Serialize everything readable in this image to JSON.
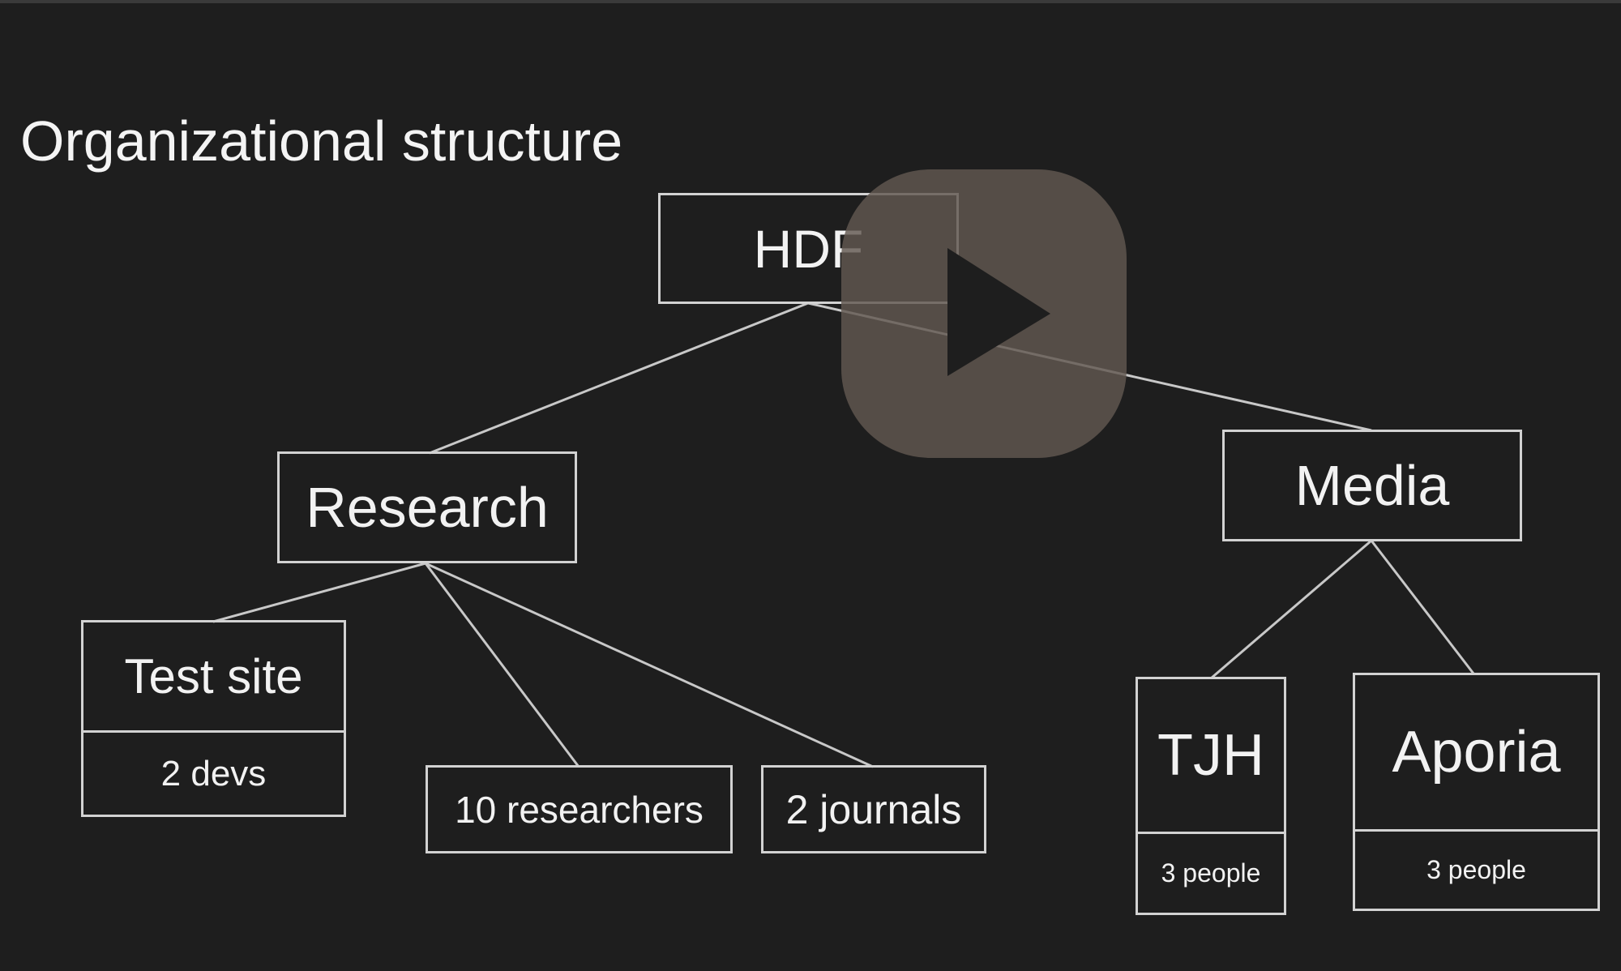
{
  "slide": {
    "title": "Organizational structure"
  },
  "org": {
    "root": "HDF",
    "research": {
      "label": "Research",
      "test_site": {
        "label": "Test site",
        "detail": "2 devs"
      },
      "researchers": "10 researchers",
      "journals": "2 journals"
    },
    "media": {
      "label": "Media",
      "tjh": {
        "label": "TJH",
        "detail": "3 people"
      },
      "aporia": {
        "label": "Aporia",
        "detail": "3 people"
      }
    }
  },
  "overlay": {
    "icon": "play-icon"
  },
  "colors": {
    "background": "#1e1e1e",
    "line": "#d2d2d2",
    "text": "#f2f2f2",
    "play_overlay": "#615850"
  }
}
